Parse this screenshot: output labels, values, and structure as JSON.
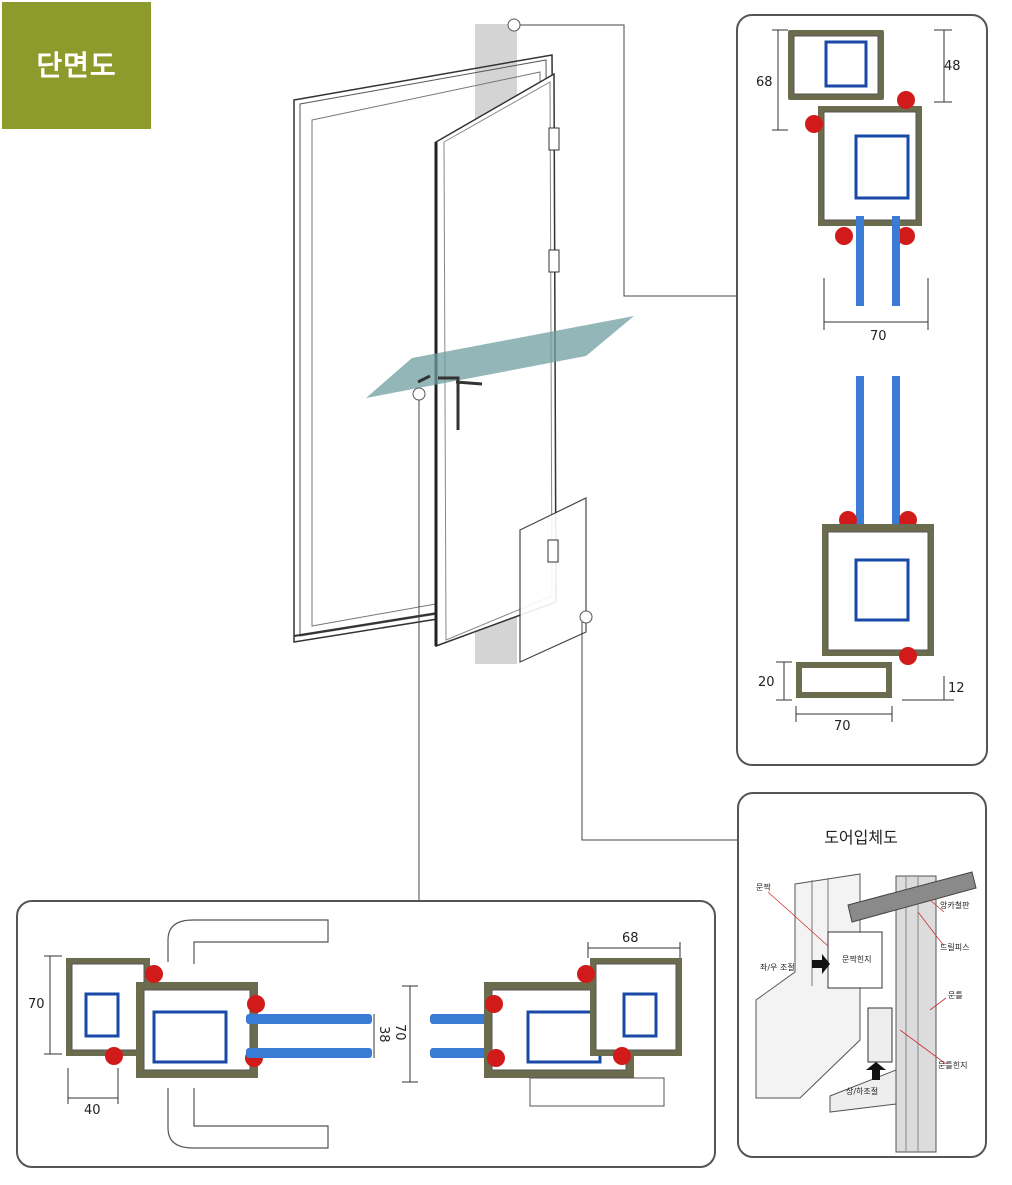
{
  "header": {
    "title": "단면도"
  },
  "top_right_dims": {
    "h1": "68",
    "h2": "48",
    "w": "70"
  },
  "bottom_right_dims": {
    "h1": "20",
    "h2": "12",
    "w": "70"
  },
  "bottom_dims": {
    "left_h": "70",
    "left_w": "40",
    "right_w": "68",
    "glass_h": "70",
    "glass_t": "38"
  },
  "door_3d": {
    "title": "도어입체도",
    "labels": {
      "door_leaf": "문짝",
      "lr_adjust": "좌/우 조절",
      "leaf_hinge": "문짝힌지",
      "anchor_plate": "앙카철판",
      "drill_screw": "드릴피스",
      "frame": "문틀",
      "frame_hinge": "문틀힌지",
      "ud_adjust": "상/하조절"
    }
  },
  "colors": {
    "accent": "#8c9b2b",
    "profile": "#5b5b3c",
    "gasket": "#d11a1a",
    "glass": "#3a7bd5",
    "section_plane": "#6f9ea1"
  }
}
